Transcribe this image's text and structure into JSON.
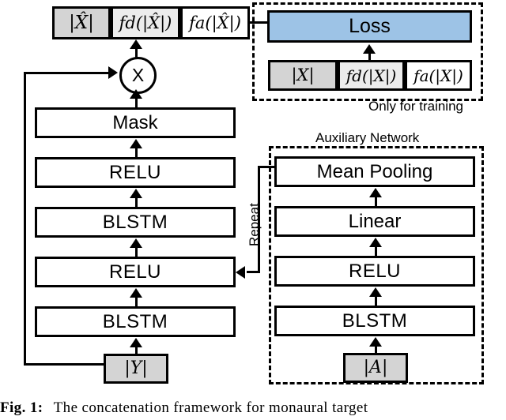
{
  "figure": {
    "caption_prefix": "Fig. 1:",
    "caption_text": "The concatenation framework for monaural target"
  },
  "annotations": {
    "auxiliary_network": "Auxiliary Network",
    "only_for_training": "Only for training",
    "repeat": "Repeat"
  },
  "output_concat": {
    "cells": [
      {
        "label": "|X̂|",
        "shade": "#d4d4d4"
      },
      {
        "label": "fd(|X̂|)",
        "shade": "#ececec"
      },
      {
        "label": "fa(|X̂|)",
        "shade": "#ffffff"
      }
    ]
  },
  "target_concat": {
    "cells": [
      {
        "label": "|X|",
        "shade": "#d4d4d4"
      },
      {
        "label": "fd(|X|)",
        "shade": "#ececec"
      },
      {
        "label": "fa(|X|)",
        "shade": "#ffffff"
      }
    ]
  },
  "loss": {
    "label": "Loss",
    "color": "#9dc3e6"
  },
  "multiply_node": {
    "label": "X"
  },
  "main_network": {
    "layers": [
      {
        "label": "Mask"
      },
      {
        "label": "RELU"
      },
      {
        "label": "BLSTM"
      },
      {
        "label": "RELU"
      },
      {
        "label": "BLSTM"
      }
    ],
    "input": {
      "label": "|Y|",
      "shade": "#d4d4d4"
    }
  },
  "auxiliary_network": {
    "layers": [
      {
        "label": "Mean Pooling"
      },
      {
        "label": "Linear"
      },
      {
        "label": "RELU"
      },
      {
        "label": "BLSTM"
      }
    ],
    "input": {
      "label": "|A|",
      "shade": "#d4d4d4"
    }
  }
}
